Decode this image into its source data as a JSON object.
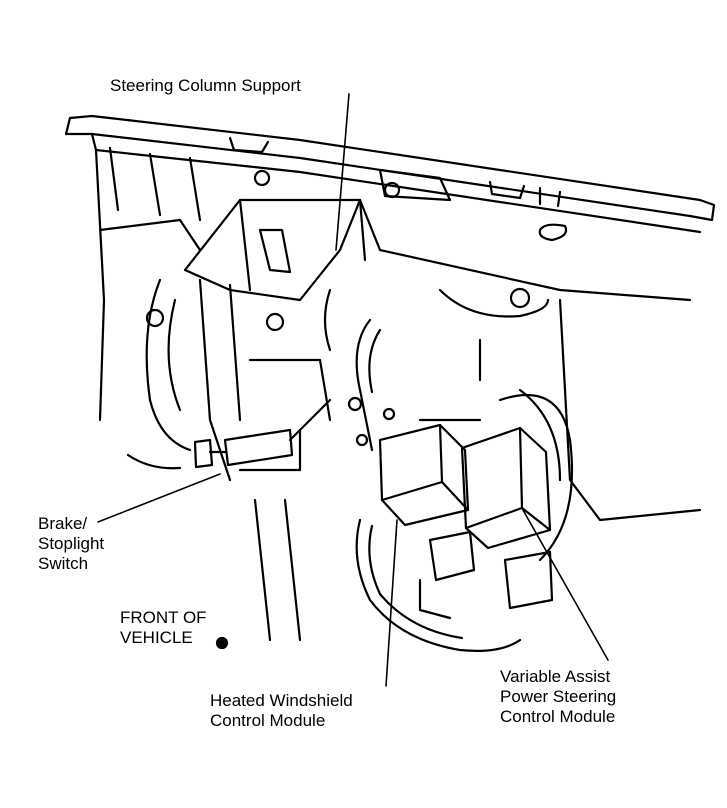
{
  "labels": {
    "steering_column_support": "Steering Column Support",
    "brake_switch": "Brake/\nStoplight\nSwitch",
    "front_of_vehicle": "FRONT OF\nVEHICLE",
    "heated_windshield": "Heated Windshield\nControl Module",
    "variable_assist": "Variable Assist\nPower Steering\nControl Module"
  }
}
